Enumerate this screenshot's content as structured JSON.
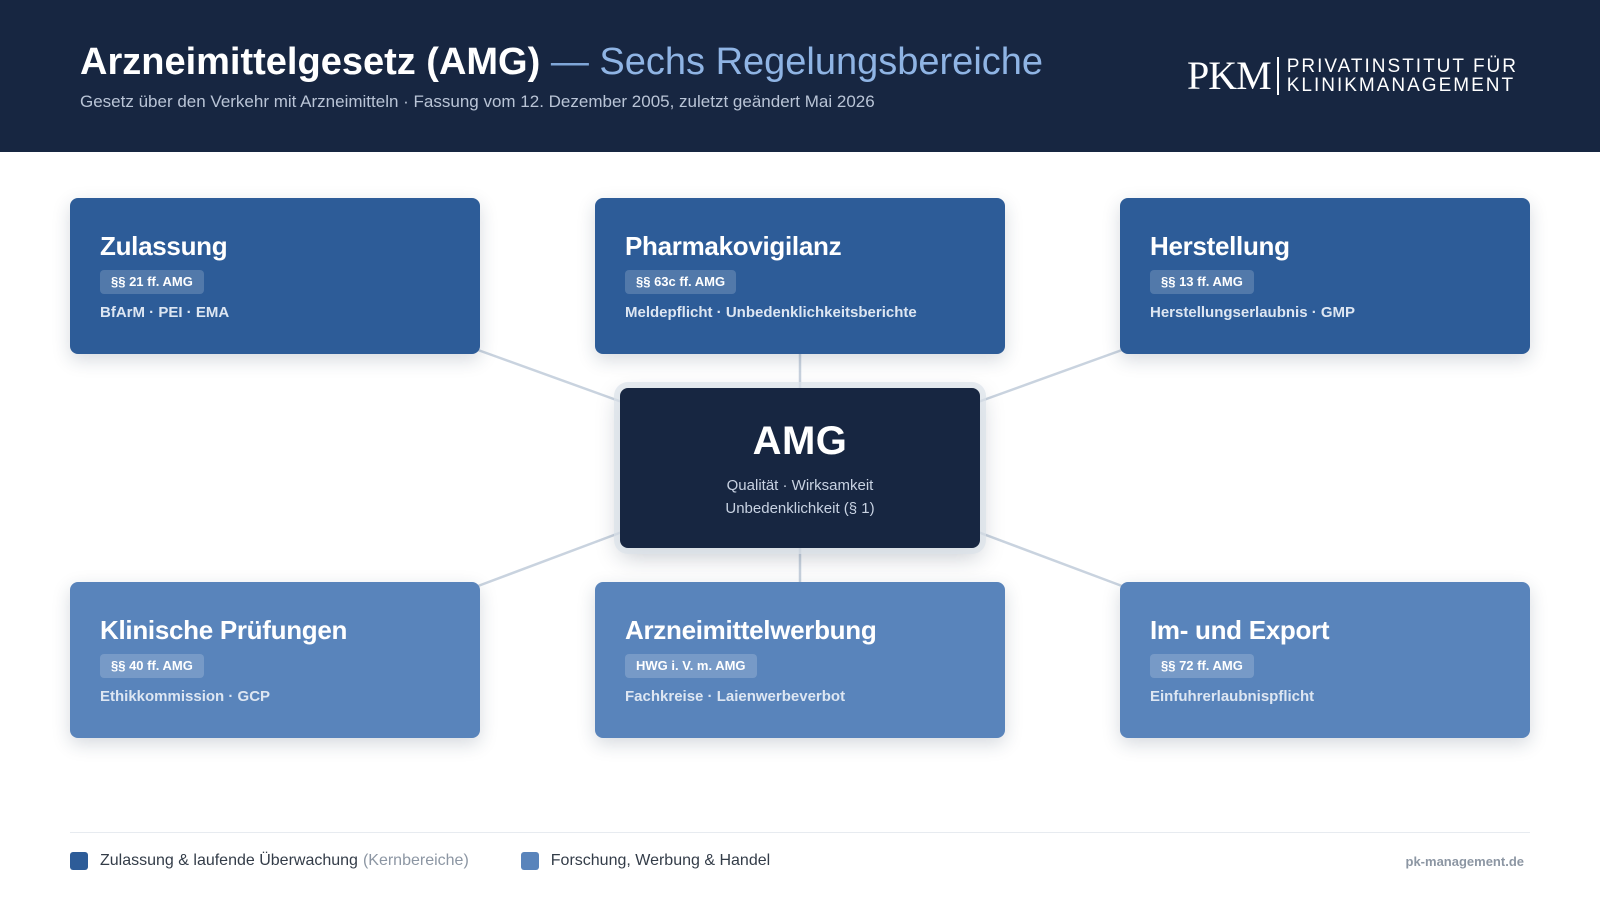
{
  "header": {
    "title_main": "Arzneimittelgesetz (AMG)",
    "title_separator": "—",
    "title_accent": "Sechs Regelungsbereiche",
    "subtitle": "Gesetz über den Verkehr mit Arzneimitteln · Fassung vom 12. Dezember 2005, zuletzt geändert Mai 2026",
    "logo": {
      "mark": "PKM",
      "line1": "PRIVATINSTITUT FÜR",
      "line2": "KLINIKMANAGEMENT"
    }
  },
  "hub": {
    "title": "AMG",
    "line1": "Qualität · Wirksamkeit",
    "line2": "Unbedenklichkeit (§ 1)"
  },
  "cards": [
    {
      "title": "Zulassung",
      "badge": "§§ 21 ff. AMG",
      "detail": "BfArM · PEI · EMA",
      "group": "core"
    },
    {
      "title": "Pharmakovigilanz",
      "badge": "§§ 63c ff. AMG",
      "detail": "Meldepflicht · Unbedenklichkeitsberichte",
      "group": "core"
    },
    {
      "title": "Herstellung",
      "badge": "§§ 13 ff. AMG",
      "detail": "Herstellungserlaubnis · GMP",
      "group": "core"
    },
    {
      "title": "Klinische Prüfungen",
      "badge": "§§ 40 ff. AMG",
      "detail": "Ethikkommission · GCP",
      "group": "support"
    },
    {
      "title": "Arzneimittelwerbung",
      "badge": "HWG i. V. m. AMG",
      "detail": "Fachkreise · Laienwerbeverbot",
      "group": "support"
    },
    {
      "title": "Im- und Export",
      "badge": "§§ 72 ff. AMG",
      "detail": "Einfuhrerlaubnispflicht",
      "group": "support"
    }
  ],
  "legend": {
    "core_label": "Zulassung & laufende Überwachung",
    "core_note": "(Kernbereiche)",
    "support_label": "Forschung, Werbung & Handel"
  },
  "footer": {
    "website": "pk-management.de"
  },
  "colors": {
    "header_bg": "#172641",
    "core": "#2d5c98",
    "support": "#5984bb",
    "accent_text": "#8fb4e4"
  }
}
